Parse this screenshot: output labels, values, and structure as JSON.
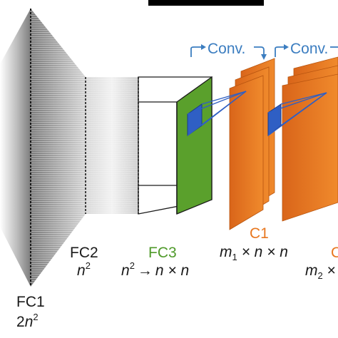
{
  "colors": {
    "fc": "#8a8a8a",
    "fc3_green": "#5aa02c",
    "conv_orange": "#e8771f",
    "kernel_blue": "#2f5fc4",
    "arrow_blue": "#3b7dc0",
    "text_black": "#1a1a1a"
  },
  "labels": {
    "fc1": "FC1",
    "fc1_size_coef": "2",
    "fc1_size_var": "n",
    "fc1_size_exp": "2",
    "fc2": "FC2",
    "fc2_size_var": "n",
    "fc2_size_exp": "2",
    "fc3": "FC3",
    "fc3_from_var": "n",
    "fc3_from_exp": "2",
    "fc3_arrow": "→",
    "fc3_to": "n × n",
    "c1": "C1",
    "c1_m": "m",
    "c1_sub": "1",
    "c1_rest": " × n × n",
    "c2_partial": "C",
    "c2_m": "m",
    "c2_sub": "2",
    "c2_rest": " ×",
    "conv1": "Conv.",
    "conv2": "Conv.",
    "conv_hook": "↱"
  }
}
